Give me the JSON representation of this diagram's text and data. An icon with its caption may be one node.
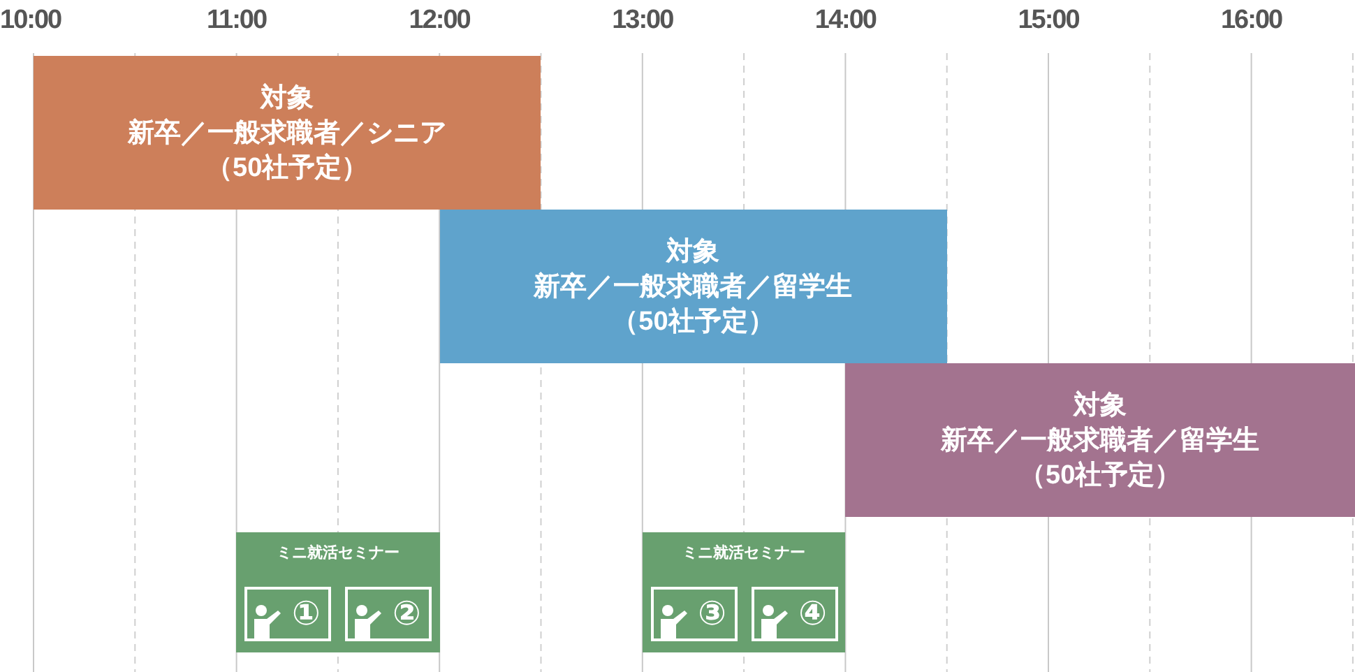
{
  "diagram": {
    "nodes": [
      {
        "text": [
          "対象",
          "新卒／一般求職者／シニア",
          "（50社予定）"
        ]
      },
      {
        "text": [
          "対象",
          "新卒／一般求職者／留学生",
          "（50社予定）"
        ]
      },
      {
        "text": [
          "対象",
          "新卒／一般求職者／留学生",
          "（50社予定）"
        ]
      },
      {
        "text": [
          "ミニ就活セミナー"
        ]
      },
      {
        "text": [
          "①"
        ],
        "in": 3
      },
      {
        "text": [
          "②"
        ],
        "in": 3
      },
      {
        "text": [
          "ミニ就活セミナー"
        ]
      },
      {
        "text": [
          "③"
        ],
        "in": 6
      },
      {
        "text": [
          "④"
        ],
        "in": 6
      }
    ],
    "edges": [],
    "labels": [
      "10:00",
      "11:00",
      "12:00",
      "13:00",
      "14:00",
      "15:00",
      "16:00"
    ]
  }
}
